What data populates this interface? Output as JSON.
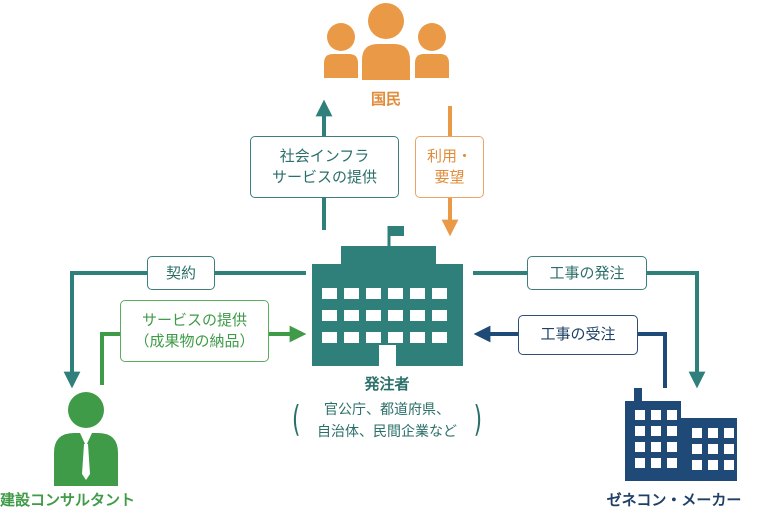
{
  "colors": {
    "teal": "#2f7f7a",
    "orange": "#ea9a47",
    "green": "#3f9b47",
    "navy": "#1f4a77"
  },
  "icons": {
    "citizens": "people-group-icon",
    "orderer": "government-building-icon",
    "consultant": "businessperson-icon",
    "general_contractor": "office-buildings-icon"
  },
  "nodes": {
    "citizens": {
      "label": "国民"
    },
    "orderer": {
      "label": "発注者",
      "detail_line1": "官公庁、都道府県、",
      "detail_line2": "自治体、民間企業など"
    },
    "consultant": {
      "label": "建設コンサルタント"
    },
    "general_contractor": {
      "label": "ゼネコン・メーカー"
    }
  },
  "flows": {
    "infra_service": {
      "line1": "社会インフラ",
      "line2": "サービスの提供"
    },
    "use_request": {
      "line1": "利用・",
      "line2": "要望"
    },
    "contract": {
      "label": "契約"
    },
    "service_delivery": {
      "line1": "サービスの提供",
      "line2": "（成果物の納品）"
    },
    "construction_order": {
      "label": "工事の発注"
    },
    "construction_acceptance": {
      "label": "工事の受注"
    }
  }
}
